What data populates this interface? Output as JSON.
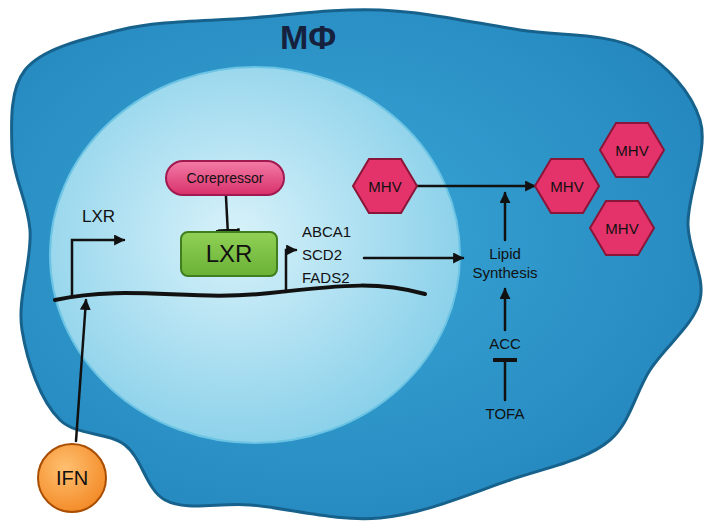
{
  "diagram": {
    "nodes": [
      {
        "text": [
          "MΦ"
        ]
      },
      {
        "text": [
          "Corepressor"
        ],
        "in": 0
      },
      {
        "text": [
          "LXR"
        ],
        "in": 0
      },
      {
        "text": [
          "MHV"
        ],
        "in": 0
      },
      {
        "text": [
          "MHV"
        ],
        "in": 0
      },
      {
        "text": [
          "MHV"
        ],
        "in": 0
      },
      {
        "text": [
          "MHV"
        ],
        "in": 0
      },
      {
        "text": [
          "IFN"
        ]
      }
    ],
    "edges": [
      {
        "from": 1,
        "to": 2,
        "arrow": "to"
      },
      {
        "from": 3,
        "to": 4,
        "arrow": "to"
      }
    ],
    "labels": [
      "LXR",
      "ABCA1",
      "SCD2",
      "FADS2",
      "Lipid Synthesis",
      "ACC",
      "TOFA"
    ]
  }
}
